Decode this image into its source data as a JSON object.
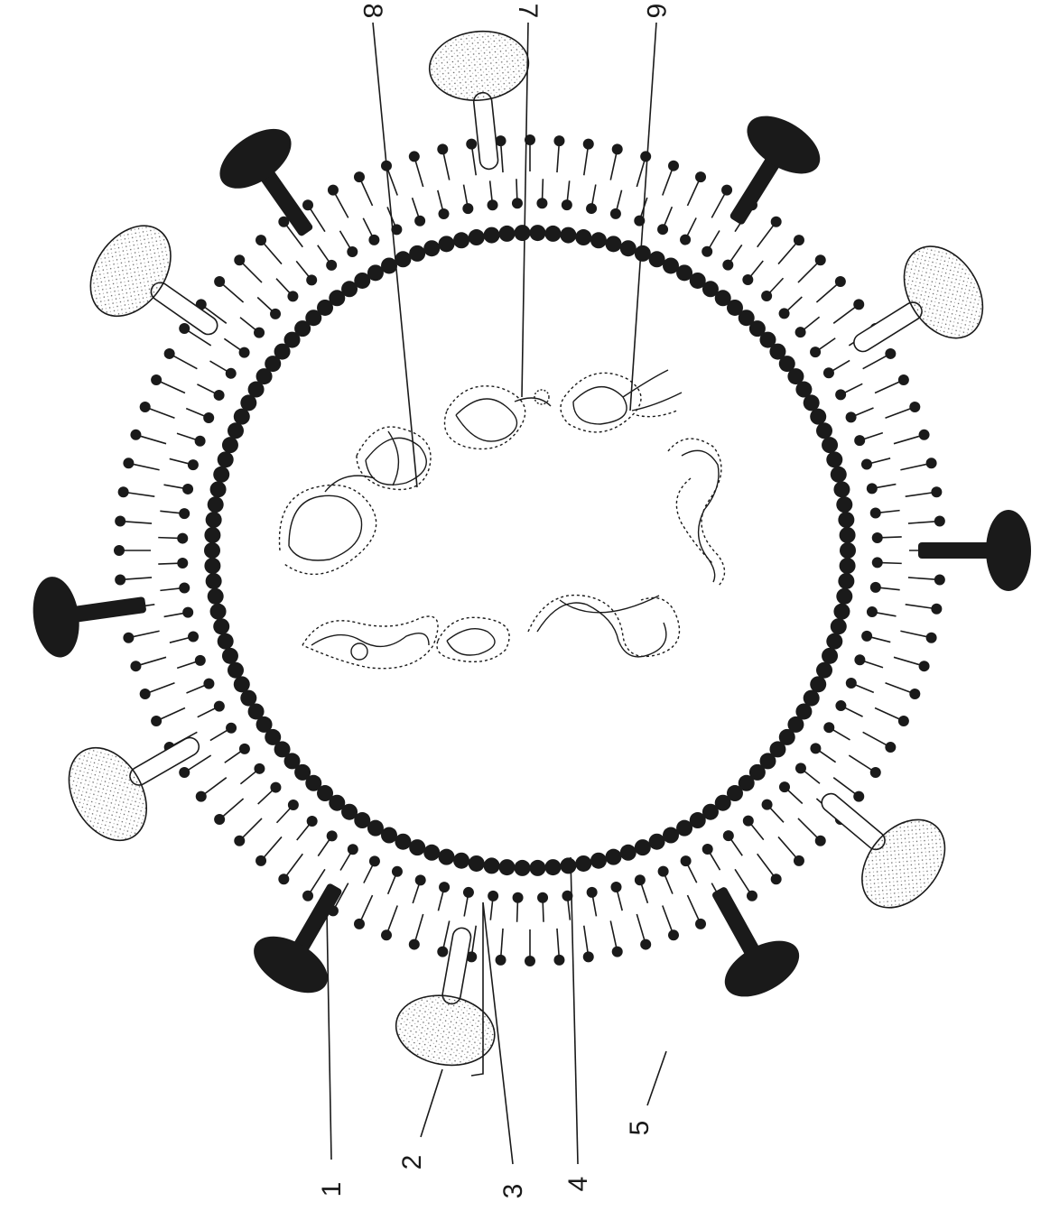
{
  "labels": {
    "l1": "1",
    "l2": "2",
    "l3": "3",
    "l4": "4",
    "l5": "5",
    "l6": "6",
    "l7": "7",
    "l8": "8"
  },
  "colors": {
    "ink": "#1a1a1a",
    "background": "#ffffff"
  }
}
